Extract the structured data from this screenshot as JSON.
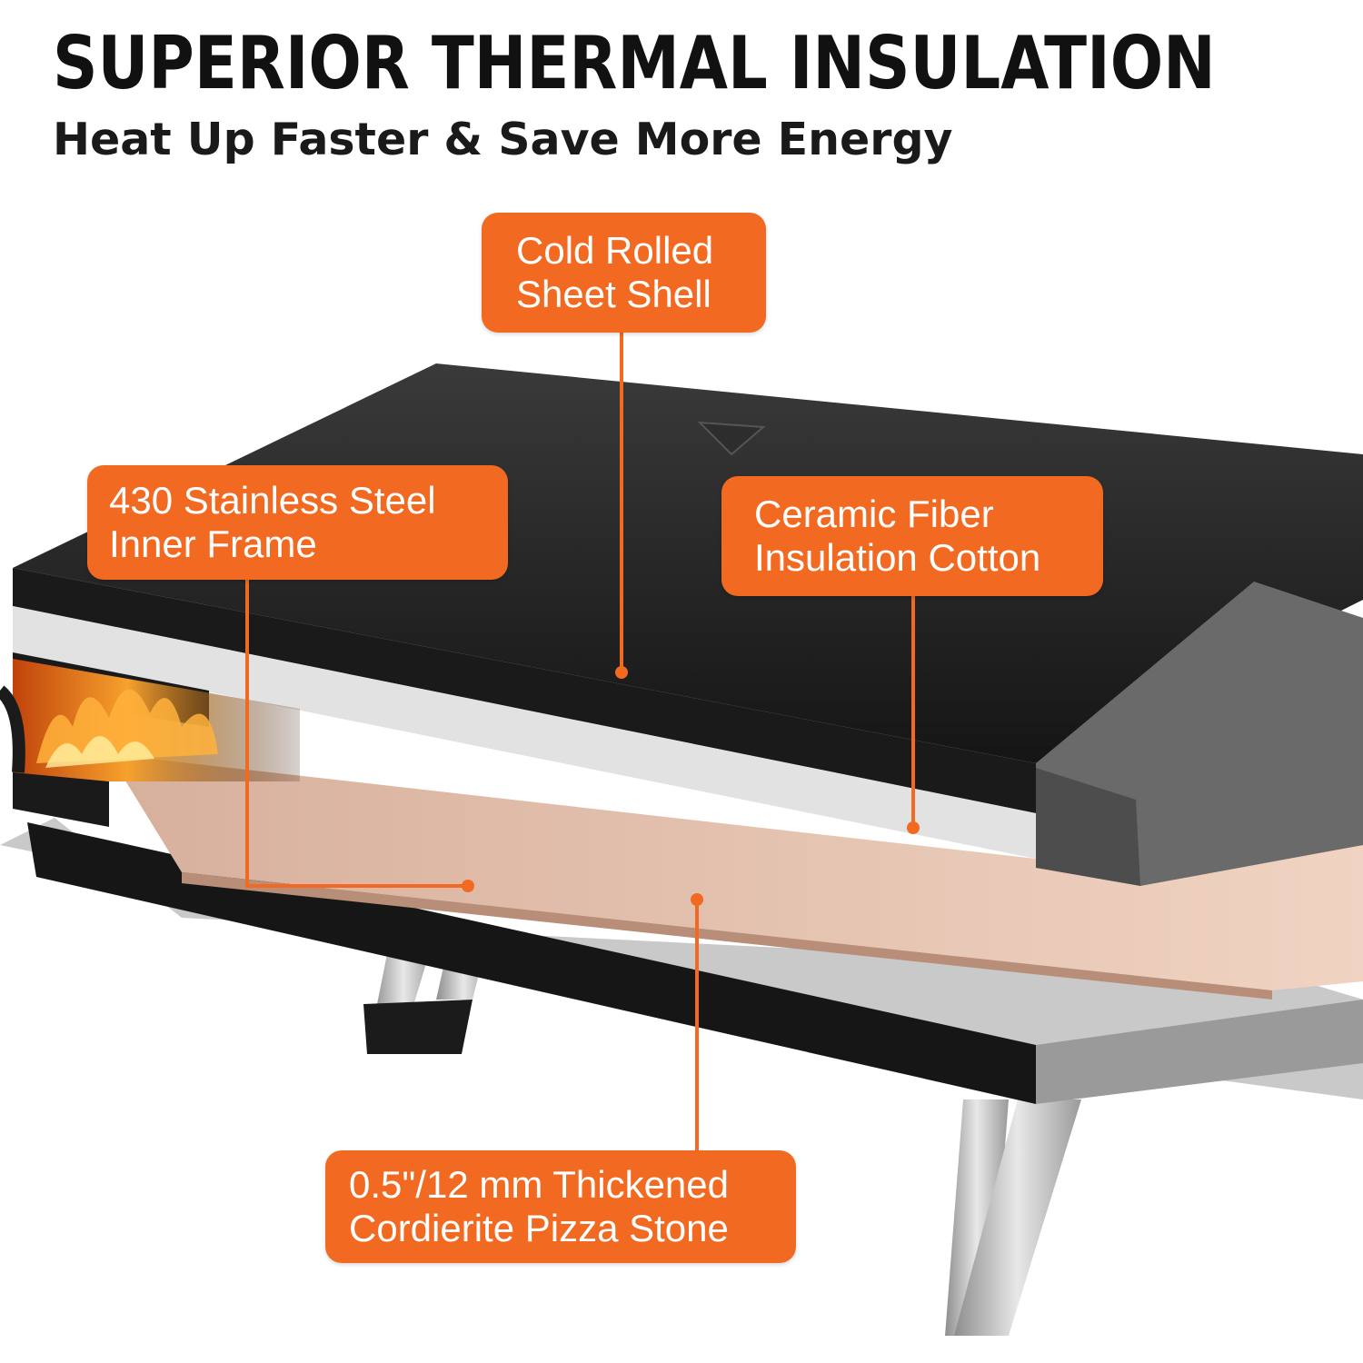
{
  "header": {
    "title": "SUPERIOR THERMAL INSULATION",
    "subtitle": "Heat Up Faster & Save More Energy"
  },
  "callouts": {
    "shell": {
      "line1": "Cold Rolled",
      "line2": "Sheet Shell"
    },
    "steel": {
      "line1": "430 Stainless Steel",
      "line2": "Inner Frame"
    },
    "fiber": {
      "line1": "Ceramic Fiber",
      "line2": "Insulation Cotton"
    },
    "stone": {
      "line1": "0.5\"/12 mm  Thickened",
      "line2": "Cordierite Pizza Stone"
    }
  },
  "colors": {
    "accent": "#f26a21",
    "shell": "#1b1b1b",
    "steel_band": "#e4e4e4",
    "stone": "#e9c7b4",
    "background": "#ffffff"
  }
}
